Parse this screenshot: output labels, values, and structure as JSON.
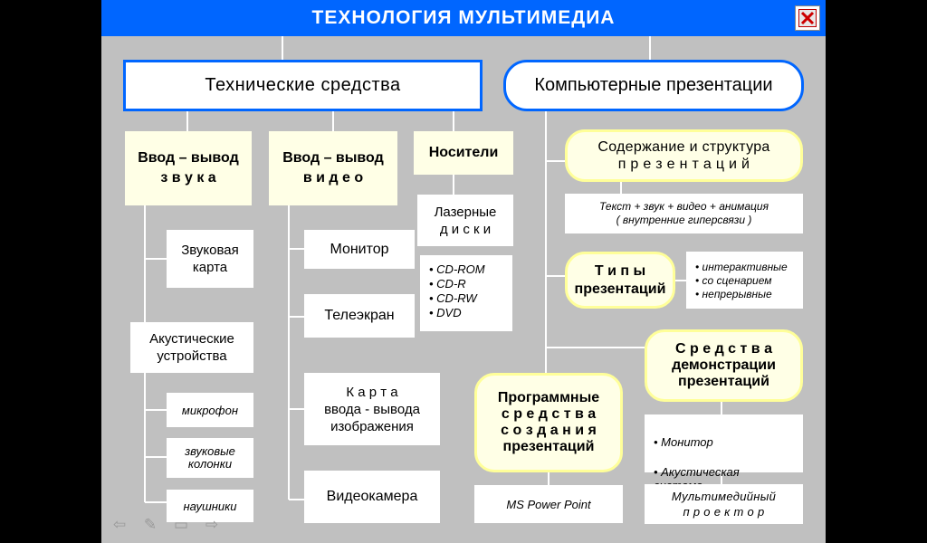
{
  "title": "ТЕХНОЛОГИЯ   МУЛЬТИМЕДИА",
  "tech": {
    "title": "Технические  средства",
    "audio": "Ввод – вывод\nз в у к а",
    "video": "Ввод – вывод\nв и д е о",
    "media": "Носители",
    "sound_card": "Звуковая\nкарта",
    "acoustic": "Акустические\nустройства",
    "microphone": "микрофон",
    "speakers": "звуковые\nколонки",
    "headphones": "наушники",
    "monitor": "Монитор",
    "tv": "Телеэкран",
    "capture_card": "К а р т а\nввода - вывода\nизображения",
    "camcorder": "Видеокамера",
    "laser_disks": "Лазерные\nд и с к и",
    "disk_types": [
      "CD-ROM",
      "CD-R",
      "CD-RW",
      "DVD"
    ]
  },
  "presentations": {
    "title": "Компьютерные  презентации",
    "content": "Содержание  и  структура\nп р е з е н т а ц и й",
    "content_desc": "Текст + звук + видео + анимация\n( внутренние  гиперсвязи )",
    "types": "Т и п ы\nпрезентаций",
    "types_list": [
      "интерактивные",
      "со  сценарием",
      "непрерывные"
    ],
    "demo_means": "С р е д с т в а\nдемонстрации\nпрезентаций",
    "demo_list": [
      "Монитор",
      "Акустическая\nсистема"
    ],
    "projector": "Мультимедийный\nп р о е к т о р",
    "software": "Программные\nс р е д с т в а\nс о з д а н и я\nпрезентаций",
    "software_name": "MS  Power Point"
  },
  "nav": {
    "back_icon": "⇦",
    "pen_icon": "✎",
    "menu_icon": "▭",
    "forward_icon": "⇨"
  }
}
